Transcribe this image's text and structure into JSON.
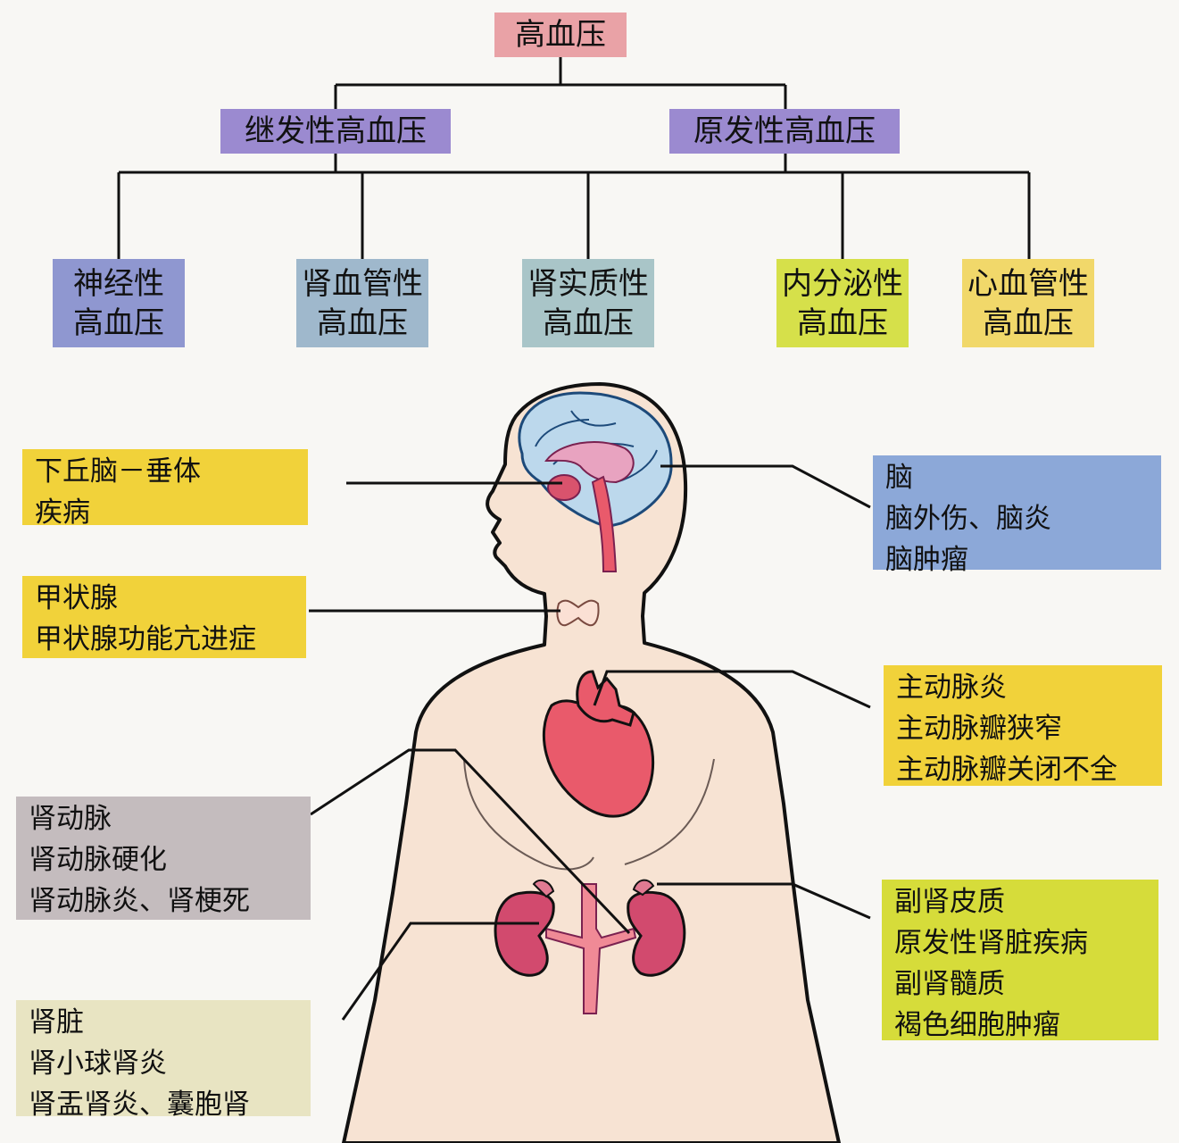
{
  "colors": {
    "root": "#e9a2a6",
    "secondary": "#9b8ad0",
    "neuro": "#8f97d0",
    "renovascular": "#9fb8cc",
    "renal_parenchymal": "#a9c5c8",
    "endocrine": "#d6e04a",
    "cardiovascular": "#f1d86a",
    "yellow_label": "#f1d23a",
    "blue_label": "#8ca8d8",
    "gray_label": "#c4bcbe",
    "beige_label": "#e8e4c2",
    "green_label": "#d6dc3a",
    "skin": "#f7e3d3",
    "organ_red": "#e95a6b",
    "brain_blue": "#bcd8ec"
  },
  "tree": {
    "root": "高血压",
    "secondary": "继发性高血压",
    "primary": "原发性高血压",
    "types": [
      {
        "line1": "神经性",
        "line2": "高血压"
      },
      {
        "line1": "肾血管性",
        "line2": "高血压"
      },
      {
        "line1": "肾实质性",
        "line2": "高血压"
      },
      {
        "line1": "内分泌性",
        "line2": "高血压"
      },
      {
        "line1": "心血管性",
        "line2": "高血压"
      }
    ]
  },
  "labels": {
    "hypothalamus": [
      "下丘脑－垂体",
      "疾病"
    ],
    "thyroid": [
      "甲状腺",
      "甲状腺功能亢进症"
    ],
    "renal_artery": [
      "肾动脉",
      "肾动脉硬化",
      "肾动脉炎、肾梗死"
    ],
    "kidney": [
      "肾脏",
      "肾小球肾炎",
      "肾盂肾炎、囊胞肾"
    ],
    "brain": [
      "脑",
      "脑外伤、脑炎",
      "脑肿瘤"
    ],
    "aorta": [
      "主动脉炎",
      "主动脉瓣狭窄",
      "主动脉瓣关闭不全"
    ],
    "adrenal": [
      "副肾皮质",
      "原发性肾脏疾病",
      "副肾髓质",
      "褐色细胞肿瘤"
    ]
  }
}
